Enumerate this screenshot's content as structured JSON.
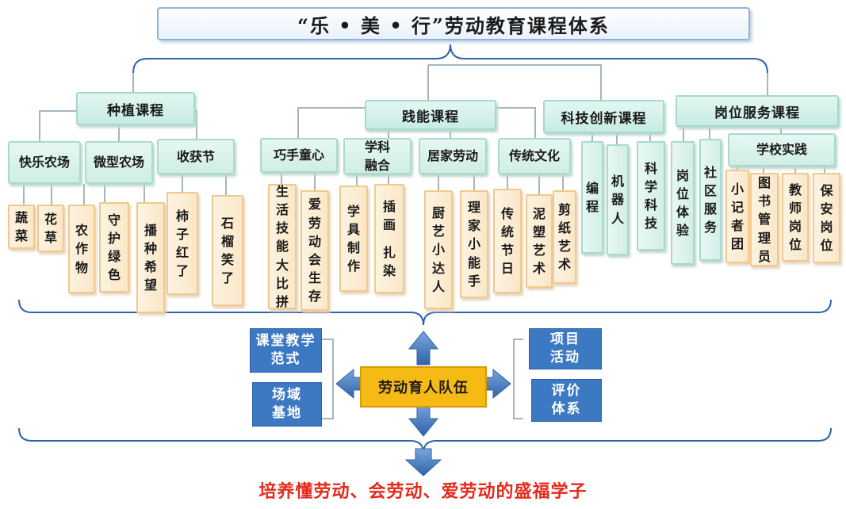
{
  "title": "“乐 • 美 • 行”劳动教育课程体系",
  "categories": {
    "planting": "种植课程",
    "skills": "践能课程",
    "tech": "科技创新课程",
    "service": "岗位服务课程"
  },
  "planting_subs": {
    "happy_farm": "快乐农场",
    "micro_farm": "微型农场",
    "harvest": "收获节"
  },
  "skills_subs": {
    "handcraft": "巧手童心",
    "subject_fusion": "学科融合",
    "home_labor": "居家劳动",
    "culture": "传统文化"
  },
  "service_subs": {
    "school_practice": "学校实践"
  },
  "leaves": {
    "vegetables": "蔬菜",
    "flowers": "花草",
    "crops": "农作物",
    "guard_green": "守护绿色",
    "sow_hope": "播种希望",
    "persimmon": "柿子红了",
    "pomegranate": "石榴笑了",
    "life_skills": "生活技能大比拼",
    "love_labor": "爱劳动会生存",
    "tools": "学具制作",
    "illustration_a": "插画",
    "tie_dye": "扎染",
    "little_chef": "厨艺小达人",
    "housekeeper": "理家小能手",
    "festivals": "传统节日",
    "clay_art": "泥塑艺术",
    "papercut": "剪纸艺术",
    "coding": "编程",
    "robot": "机器人",
    "sci_tech": "科学科技",
    "job_exp": "岗位体验",
    "community": "社区服务",
    "reporter": "小记者团",
    "librarian": "图书管理员",
    "teacher_post": "教师岗位",
    "security": "保安岗位"
  },
  "bottom": {
    "classroom": "课堂教学范式",
    "venue": "场域基地",
    "team": "劳动育人队伍",
    "project": "项目活动",
    "evaluation": "评价体系"
  },
  "slogan": "培养懂劳动、会劳动、爱劳动的盛福学子",
  "colors": {
    "leaf_border": "#f1c98c",
    "category_fill": "#c6ece3",
    "blue_box": "#3d78c3",
    "center_box": "#f6ba15",
    "arrow": "#3d78c3",
    "slogan": "#e42a1b",
    "bracket": "#2f63a7"
  }
}
